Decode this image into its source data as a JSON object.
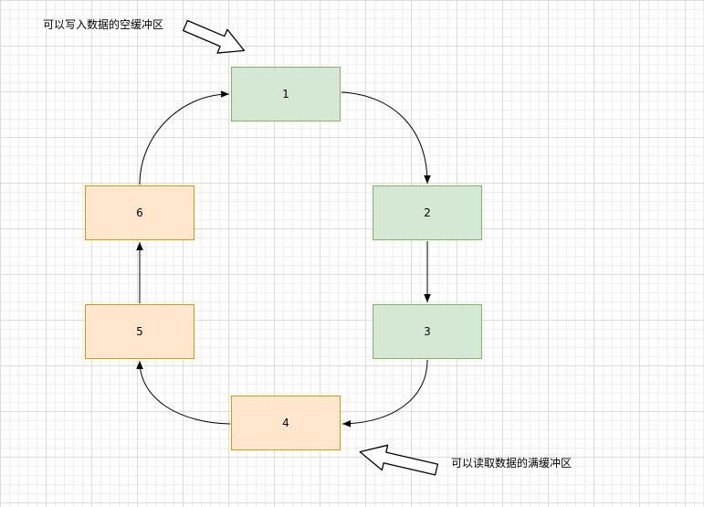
{
  "diagram": {
    "annotations": {
      "write": "可以写入数据的空缓冲区",
      "read": "可以读取数据的满缓冲区"
    },
    "nodes": [
      {
        "label": "1",
        "fill": "#d5e8d4",
        "stroke": "#82b366"
      },
      {
        "label": "2",
        "fill": "#d5e8d4",
        "stroke": "#82b366"
      },
      {
        "label": "3",
        "fill": "#d5e8d4",
        "stroke": "#82b366"
      },
      {
        "label": "4",
        "fill": "#ffe6cc",
        "stroke": "#d79b00"
      },
      {
        "label": "5",
        "fill": "#ffe6cc",
        "stroke": "#d79b00"
      },
      {
        "label": "6",
        "fill": "#ffe6cc",
        "stroke": "#d79b00"
      }
    ],
    "edges": [
      "1→2",
      "2→3",
      "3→4",
      "4→5",
      "5→6",
      "6→1"
    ],
    "background": {
      "grid_minor": "#efefef",
      "grid_major": "#dcdcdc"
    }
  }
}
